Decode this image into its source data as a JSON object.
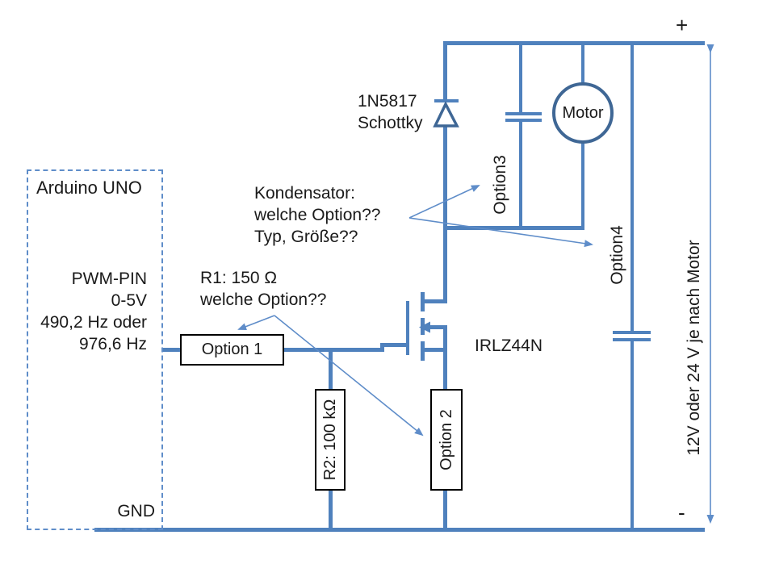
{
  "arduino": {
    "title": "Arduino UNO",
    "pwm_lines": [
      "PWM-PIN",
      "0-5V",
      "490,2 Hz oder",
      "976,6 Hz"
    ],
    "gnd": "GND"
  },
  "notes": {
    "kondensator": [
      "Kondensator:",
      "welche Option??",
      "Typ, Größe??"
    ],
    "r1": [
      "R1: 150 Ω",
      "welche Option??"
    ],
    "diode": [
      "1N5817",
      "Schottky"
    ],
    "mosfet": "IRLZ44N"
  },
  "boxes": {
    "option1": "Option 1",
    "r2": "R2: 100 kΩ",
    "option2": "Option 2"
  },
  "labels": {
    "option3": "Option3",
    "option4": "Option4",
    "motor": "Motor",
    "voltage": "12V oder 24 V je nach Motor",
    "plus": "+",
    "minus": "-"
  },
  "colors": {
    "wire": "#4f81bd",
    "arrow": "#5f8dc9",
    "dark": "#3f6795",
    "text": "#1a1a1a",
    "box_border": "#000000"
  }
}
